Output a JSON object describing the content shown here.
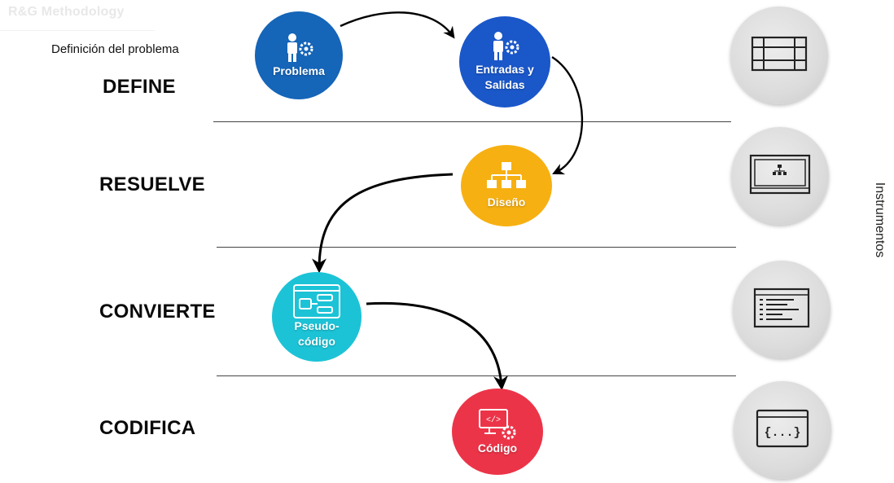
{
  "watermark": "R&G Methodology",
  "subtitle": "Definición del problema",
  "stages": [
    "DEFINE",
    "RESUELVE",
    "CONVIERTE",
    "CODIFICA"
  ],
  "nodes": [
    {
      "label": "Problema",
      "color": "#1565b8",
      "icon": "person-gear-icon"
    },
    {
      "label": "Entradas y\nSalidas",
      "color": "#1a57c9",
      "icon": "person-gear-icon"
    },
    {
      "label": "Diseño",
      "color": "#f7b012",
      "icon": "hierarchy-icon"
    },
    {
      "label": "Pseudo-\ncódigo",
      "color": "#1cc3d6",
      "icon": "flowchart-window-icon"
    },
    {
      "label": "Código",
      "color": "#ec3448",
      "icon": "code-monitor-gear-icon"
    }
  ],
  "tools_label": "Instrumentos",
  "tools": [
    {
      "icon": "table-grid-icon"
    },
    {
      "icon": "window-hierarchy-icon"
    },
    {
      "icon": "text-lines-icon"
    },
    {
      "icon": "braces-window-icon"
    }
  ],
  "tools_glyph_codigo": "{...}"
}
